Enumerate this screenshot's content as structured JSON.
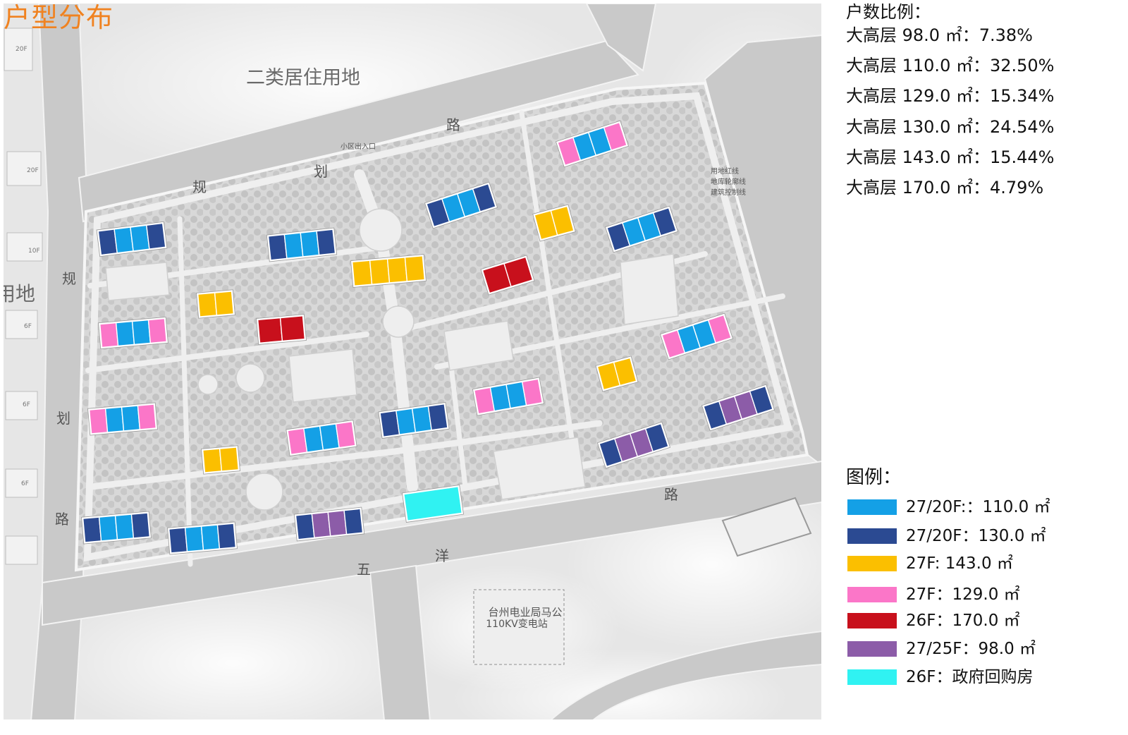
{
  "title": "户型分布",
  "colors": {
    "title": "#f08220",
    "road": "#c9c9c9",
    "ground": "#e6e6e6"
  },
  "ratio": {
    "heading": "户数比例：",
    "rows": [
      "大高层 98.0 ㎡：7.38%",
      "大高层 110.0 ㎡：32.50%",
      "大高层 129.0 ㎡：15.34%",
      "大高层 130.0 ㎡：24.54%",
      "大高层 143.0 ㎡：15.44%",
      "大高层 170.0 ㎡：4.79%"
    ]
  },
  "legend": {
    "heading": "图例：",
    "items": [
      {
        "label": "27/20F:：110.0 ㎡",
        "color": "#14a0e6"
      },
      {
        "label": "27/20F：130.0 ㎡",
        "color": "#2b4a92"
      },
      {
        "label": "27F: 143.0 ㎡",
        "color": "#fbbf00"
      },
      {
        "label": "27F：129.0 ㎡",
        "color": "#fb76c8"
      },
      {
        "label": "26F：170.0 ㎡",
        "color": "#c8101c"
      },
      {
        "label": "27/25F：98.0 ㎡",
        "color": "#8c5ca8"
      },
      {
        "label": "26F：政府回购房",
        "color": "#30f2f2"
      }
    ]
  },
  "map": {
    "land_use_label": "二类居住用地",
    "left_edge_label": "用地",
    "left_road": [
      "规",
      "划",
      "路"
    ],
    "top_road": [
      "规",
      "划",
      "路"
    ],
    "bottom_road": [
      "五",
      "洋",
      "路"
    ],
    "entrance_label": "小区出入口",
    "line_legend": [
      "用地红线",
      "地库轮廓线",
      "建筑控制线"
    ],
    "substation": [
      "台州电业局马公",
      "110KV变电站"
    ],
    "floor_labels": [
      "20F",
      "20F",
      "10F",
      "6F",
      "6F",
      "6F"
    ],
    "buildings": [
      {
        "units": [
          1,
          0,
          0,
          1
        ]
      },
      {
        "units": [
          1,
          0,
          0,
          1
        ]
      },
      {
        "units": [
          1,
          0,
          0,
          1
        ]
      },
      {
        "units": [
          3,
          0,
          0,
          3
        ]
      },
      {
        "units": [
          1,
          0,
          0,
          1
        ]
      },
      {
        "units": [
          2,
          2
        ]
      },
      {
        "units": [
          2,
          2,
          2,
          2
        ]
      },
      {
        "units": [
          4,
          4
        ]
      },
      {
        "units": [
          2,
          2
        ]
      },
      {
        "units": [
          4,
          4
        ]
      },
      {
        "units": [
          3,
          0,
          0,
          3
        ]
      },
      {
        "units": [
          3,
          0,
          0,
          3
        ]
      },
      {
        "units": [
          2,
          2
        ]
      },
      {
        "units": [
          3,
          0,
          0,
          3
        ]
      },
      {
        "units": [
          3,
          0,
          0,
          3
        ]
      },
      {
        "units": [
          1,
          0,
          0,
          1
        ]
      },
      {
        "units": [
          3,
          0,
          0,
          3
        ]
      },
      {
        "units": [
          1,
          5,
          5,
          1
        ]
      },
      {
        "units": [
          1,
          5,
          5,
          1
        ]
      },
      {
        "units": [
          2,
          2
        ]
      },
      {
        "units": [
          6
        ]
      },
      {
        "units": [
          1,
          5,
          5,
          1
        ]
      },
      {
        "units": [
          1,
          0,
          0,
          1
        ]
      },
      {
        "units": [
          1,
          0,
          0,
          1
        ]
      }
    ]
  }
}
